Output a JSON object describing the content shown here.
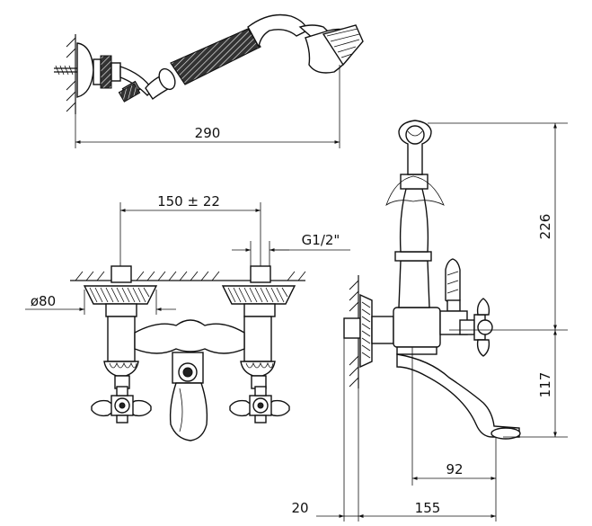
{
  "dimensions": {
    "handshower_length": "290",
    "center_distance": "150 ± 22",
    "thread": "G1/2\"",
    "rosette_diameter": "ø80",
    "height_above_outlet": "226",
    "outlet_height": "117",
    "spout_reach": "92",
    "wall_offset": "20",
    "total_depth": "155"
  }
}
